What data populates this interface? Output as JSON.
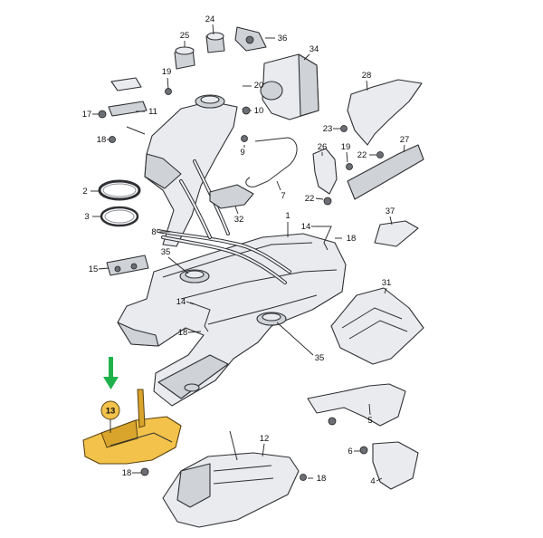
{
  "callouts": [
    {
      "id": "c24",
      "label": "24"
    },
    {
      "id": "c25",
      "label": "25"
    },
    {
      "id": "c36",
      "label": "36"
    },
    {
      "id": "c34",
      "label": "34"
    },
    {
      "id": "c19a",
      "label": "19"
    },
    {
      "id": "c20",
      "label": "20"
    },
    {
      "id": "c10",
      "label": "10"
    },
    {
      "id": "c17",
      "label": "17"
    },
    {
      "id": "c11",
      "label": "11"
    },
    {
      "id": "c18a",
      "label": "18"
    },
    {
      "id": "c9",
      "label": "9"
    },
    {
      "id": "c28",
      "label": "28"
    },
    {
      "id": "c23",
      "label": "23"
    },
    {
      "id": "c19b",
      "label": "19"
    },
    {
      "id": "c26",
      "label": "26"
    },
    {
      "id": "c27",
      "label": "27"
    },
    {
      "id": "c22a",
      "label": "22"
    },
    {
      "id": "c22b",
      "label": "22"
    },
    {
      "id": "c2",
      "label": "2"
    },
    {
      "id": "c7",
      "label": "7"
    },
    {
      "id": "c3",
      "label": "3"
    },
    {
      "id": "c32",
      "label": "32"
    },
    {
      "id": "c1",
      "label": "1"
    },
    {
      "id": "c37",
      "label": "37"
    },
    {
      "id": "c8",
      "label": "8"
    },
    {
      "id": "c14a",
      "label": "14"
    },
    {
      "id": "c18b",
      "label": "18"
    },
    {
      "id": "c35a",
      "label": "35"
    },
    {
      "id": "c15",
      "label": "15"
    },
    {
      "id": "c31",
      "label": "31"
    },
    {
      "id": "c14b",
      "label": "14"
    },
    {
      "id": "c18c",
      "label": "18"
    },
    {
      "id": "c35b",
      "label": "35"
    },
    {
      "id": "c13",
      "label": "13"
    },
    {
      "id": "c5",
      "label": "5"
    },
    {
      "id": "c12",
      "label": "12"
    },
    {
      "id": "c6",
      "label": "6"
    },
    {
      "id": "c18d",
      "label": "18"
    },
    {
      "id": "c18e",
      "label": "18"
    },
    {
      "id": "c4",
      "label": "4"
    }
  ],
  "highlight": {
    "part_label": "13",
    "color": "#f2c24a",
    "arrow_color": "#1fb24a"
  }
}
